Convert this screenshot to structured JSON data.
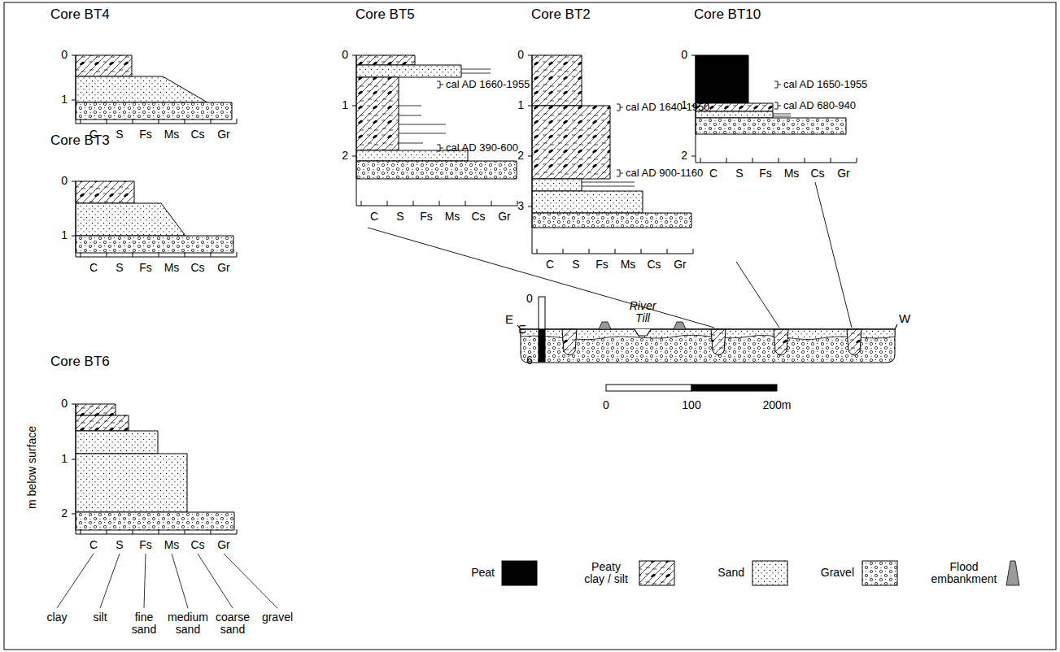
{
  "diagram": {
    "nodes": [
      {
        "text": [
          "Core BT4"
        ]
      },
      {
        "text": [
          "Core BT5"
        ]
      },
      {
        "text": [
          "Core BT2"
        ]
      },
      {
        "text": [
          "Core BT10"
        ]
      },
      {
        "text": [
          "Core BT3"
        ]
      },
      {
        "text": [
          "Core BT6"
        ]
      }
    ],
    "labels": [
      "0",
      "1",
      "C",
      "S",
      "Fs",
      "Ms",
      "Cs",
      "Gr",
      "0",
      "1",
      "2",
      "C",
      "S",
      "Fs",
      "Ms",
      "Cs",
      "Gr",
      "cal AD 1660-1955",
      "cal AD 390-600",
      "0",
      "1",
      "2",
      "3",
      "C",
      "S",
      "Fs",
      "Ms",
      "Cs",
      "Gr",
      "cal AD 1640-1950",
      "cal AD 900-1160",
      "0",
      "1",
      "2",
      "C",
      "S",
      "Fs",
      "Ms",
      "Cs",
      "Gr",
      "cal AD 1650-1955",
      "cal AD 680-940",
      "0",
      "1",
      "C",
      "S",
      "Fs",
      "Ms",
      "Cs",
      "Gr",
      "0",
      "1",
      "2",
      "C",
      "S",
      "Fs",
      "Ms",
      "Cs",
      "Gr",
      "m below surface",
      "clay",
      "silt",
      "fine sand",
      "medium sand",
      "coarse sand",
      "gravel",
      "E",
      "W",
      "River Till",
      "0",
      "6",
      "m",
      "0",
      "100",
      "200m"
    ],
    "legend": [
      {
        "text": "Peat",
        "color": "#000000"
      },
      {
        "text": "Peaty clay / silt"
      },
      {
        "text": "Sand"
      },
      {
        "text": "Gravel"
      },
      {
        "text": "Flood embankment"
      }
    ]
  }
}
